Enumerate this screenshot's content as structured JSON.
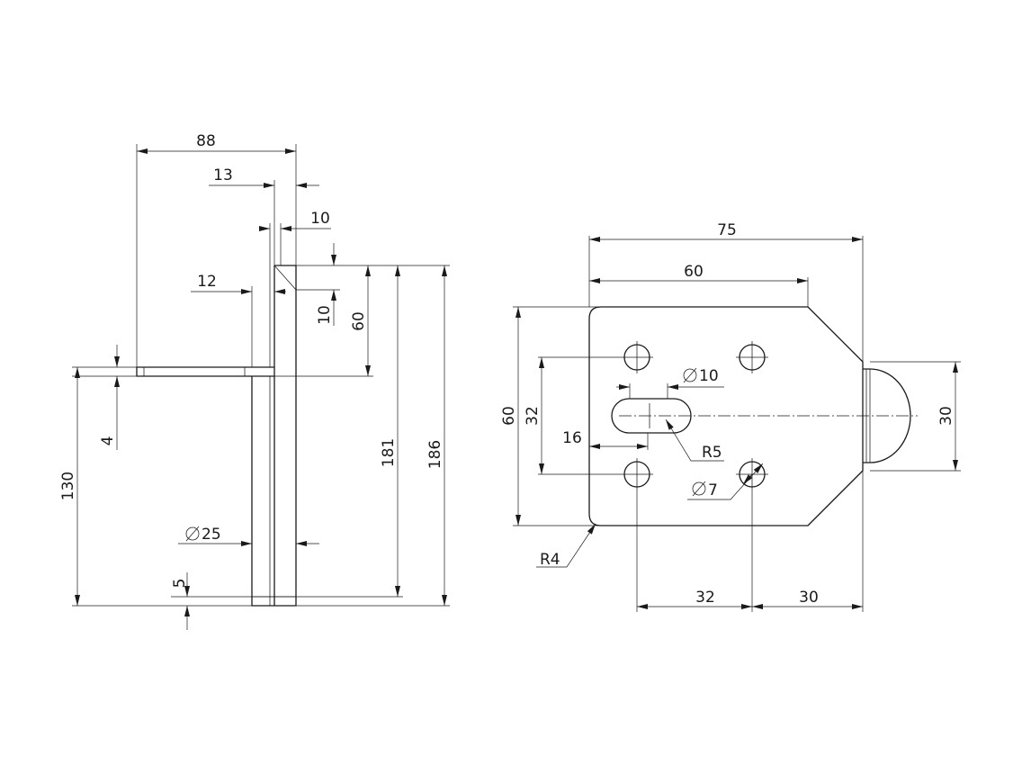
{
  "colors": {
    "line": "#1a1a1a",
    "background": "#ffffff"
  },
  "side_view": {
    "dimensions": {
      "d88": "88",
      "d13": "13",
      "d10_top": "10",
      "d12": "12",
      "d10_vert": "10",
      "d60": "60",
      "d181": "181",
      "d186": "186",
      "d130": "130",
      "d4": "4",
      "d25": "25",
      "d5": "5"
    }
  },
  "front_view": {
    "dimensions": {
      "d75": "75",
      "d60_top": "60",
      "d60_left": "60",
      "d32_left": "32",
      "d10_dia": "10",
      "d16": "16",
      "r5": "R5",
      "d7_dia": "7",
      "r4": "R4",
      "d32_bottom": "32",
      "d30_bottom": "30",
      "d30_right": "30"
    }
  }
}
